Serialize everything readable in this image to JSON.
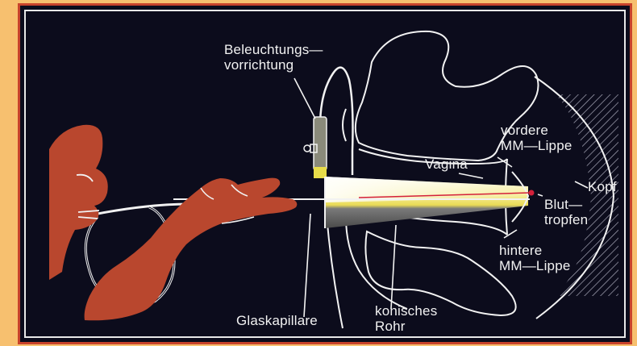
{
  "labels": {
    "illumination": "Beleuchtungs—\nvorrichtung",
    "illumination_line1": "Beleuchtungs—",
    "illumination_line2": "vorrichtung",
    "vagina": "Vagina",
    "anterior_lip_line1": "vordere",
    "anterior_lip_line2": "MM—Lippe",
    "head": "Kopf",
    "blood_drop_line1": "Blut—",
    "blood_drop_line2": "tropfen",
    "posterior_lip_line1": "hintere",
    "posterior_lip_line2": "MM—Lippe",
    "capillary": "Glaskapillare",
    "tube_line1": "konisches",
    "tube_line2": "Rohr"
  },
  "colors": {
    "page_background": "#f7c06f",
    "panel_background": "#0c0c1c",
    "panel_frame": "#c8432c",
    "hand_fill": "#b9472e",
    "line_white": "#f2f2f2",
    "tube_light": "#fffde0",
    "tube_yellow": "#e8dc4a",
    "tube_dark": "#6b6b6b",
    "blood": "#d4203a"
  }
}
